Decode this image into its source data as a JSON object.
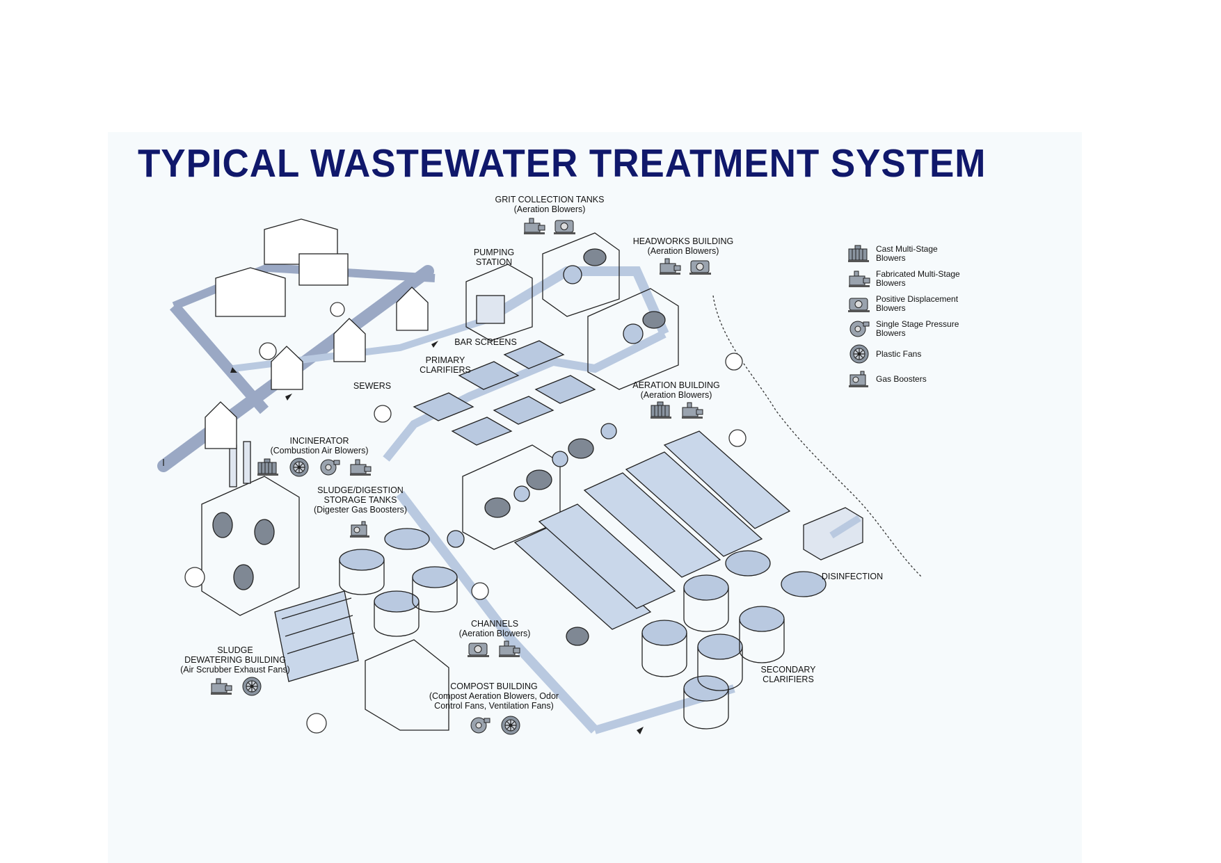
{
  "title": "TYPICAL WASTEWATER TREATMENT SYSTEM",
  "colors": {
    "title": "#10186b",
    "water": "#b9c9e0",
    "line": "#222222",
    "background": "#f6fafc"
  },
  "labels": {
    "grit": {
      "title": "GRIT COLLECTION TANKS",
      "sub": "(Aeration Blowers)"
    },
    "headworks": {
      "title": "HEADWORKS BUILDING",
      "sub": "(Aeration Blowers)"
    },
    "pumping": {
      "line1": "PUMPING",
      "line2": "STATION"
    },
    "bar_screens": "BAR SCREENS",
    "primary": {
      "line1": "PRIMARY",
      "line2": "CLARIFIERS"
    },
    "sewers": "SEWERS",
    "aeration": {
      "title": "AERATION BUILDING",
      "sub": "(Aeration Blowers)"
    },
    "incinerator": {
      "title": "INCINERATOR",
      "sub": "(Combustion Air Blowers)"
    },
    "sludge_storage": {
      "line1": "SLUDGE/DIGESTION",
      "line2": "STORAGE TANKS",
      "sub": "(Digester Gas Boosters)"
    },
    "disinfection": "DISINFECTION",
    "channels": {
      "title": "CHANNELS",
      "sub": "(Aeration Blowers)"
    },
    "dewatering": {
      "line1": "SLUDGE",
      "line2": "DEWATERING BUILDING",
      "sub": "(Air Scrubber Exhaust Fans)"
    },
    "compost": {
      "title": "COMPOST BUILDING",
      "sub1": "(Compost Aeration Blowers, Odor",
      "sub2": "Control Fans, Ventilation Fans)"
    },
    "secondary": {
      "line1": "SECONDARY",
      "line2": "CLARIFIERS"
    }
  },
  "legend": [
    {
      "icon": "cast-multistage-blower-icon",
      "label": "Cast Multi-Stage\nBlowers"
    },
    {
      "icon": "fabricated-multistage-blower-icon",
      "label": "Fabricated Multi-Stage\nBlowers"
    },
    {
      "icon": "positive-displacement-blower-icon",
      "label": "Positive Displacement\nBlowers"
    },
    {
      "icon": "single-stage-pressure-blower-icon",
      "label": "Single Stage Pressure\nBlowers"
    },
    {
      "icon": "plastic-fan-icon",
      "label": "Plastic Fans"
    },
    {
      "icon": "gas-booster-icon",
      "label": "Gas Boosters"
    }
  ]
}
